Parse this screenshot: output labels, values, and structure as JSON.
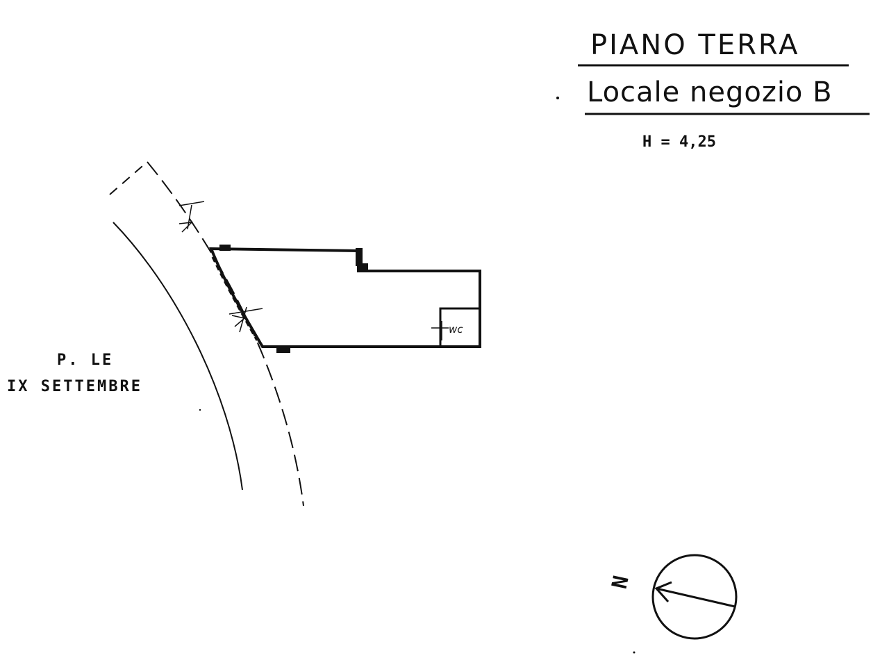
{
  "title": {
    "floor": "PIANO TERRA",
    "unit": "Locale negozio B",
    "height": "H = 4,25"
  },
  "street": {
    "line1": "P. LE",
    "line2": "IX SETTEMBRE"
  },
  "plan": {
    "wc_label": "wc"
  },
  "north": {
    "label": "N"
  }
}
